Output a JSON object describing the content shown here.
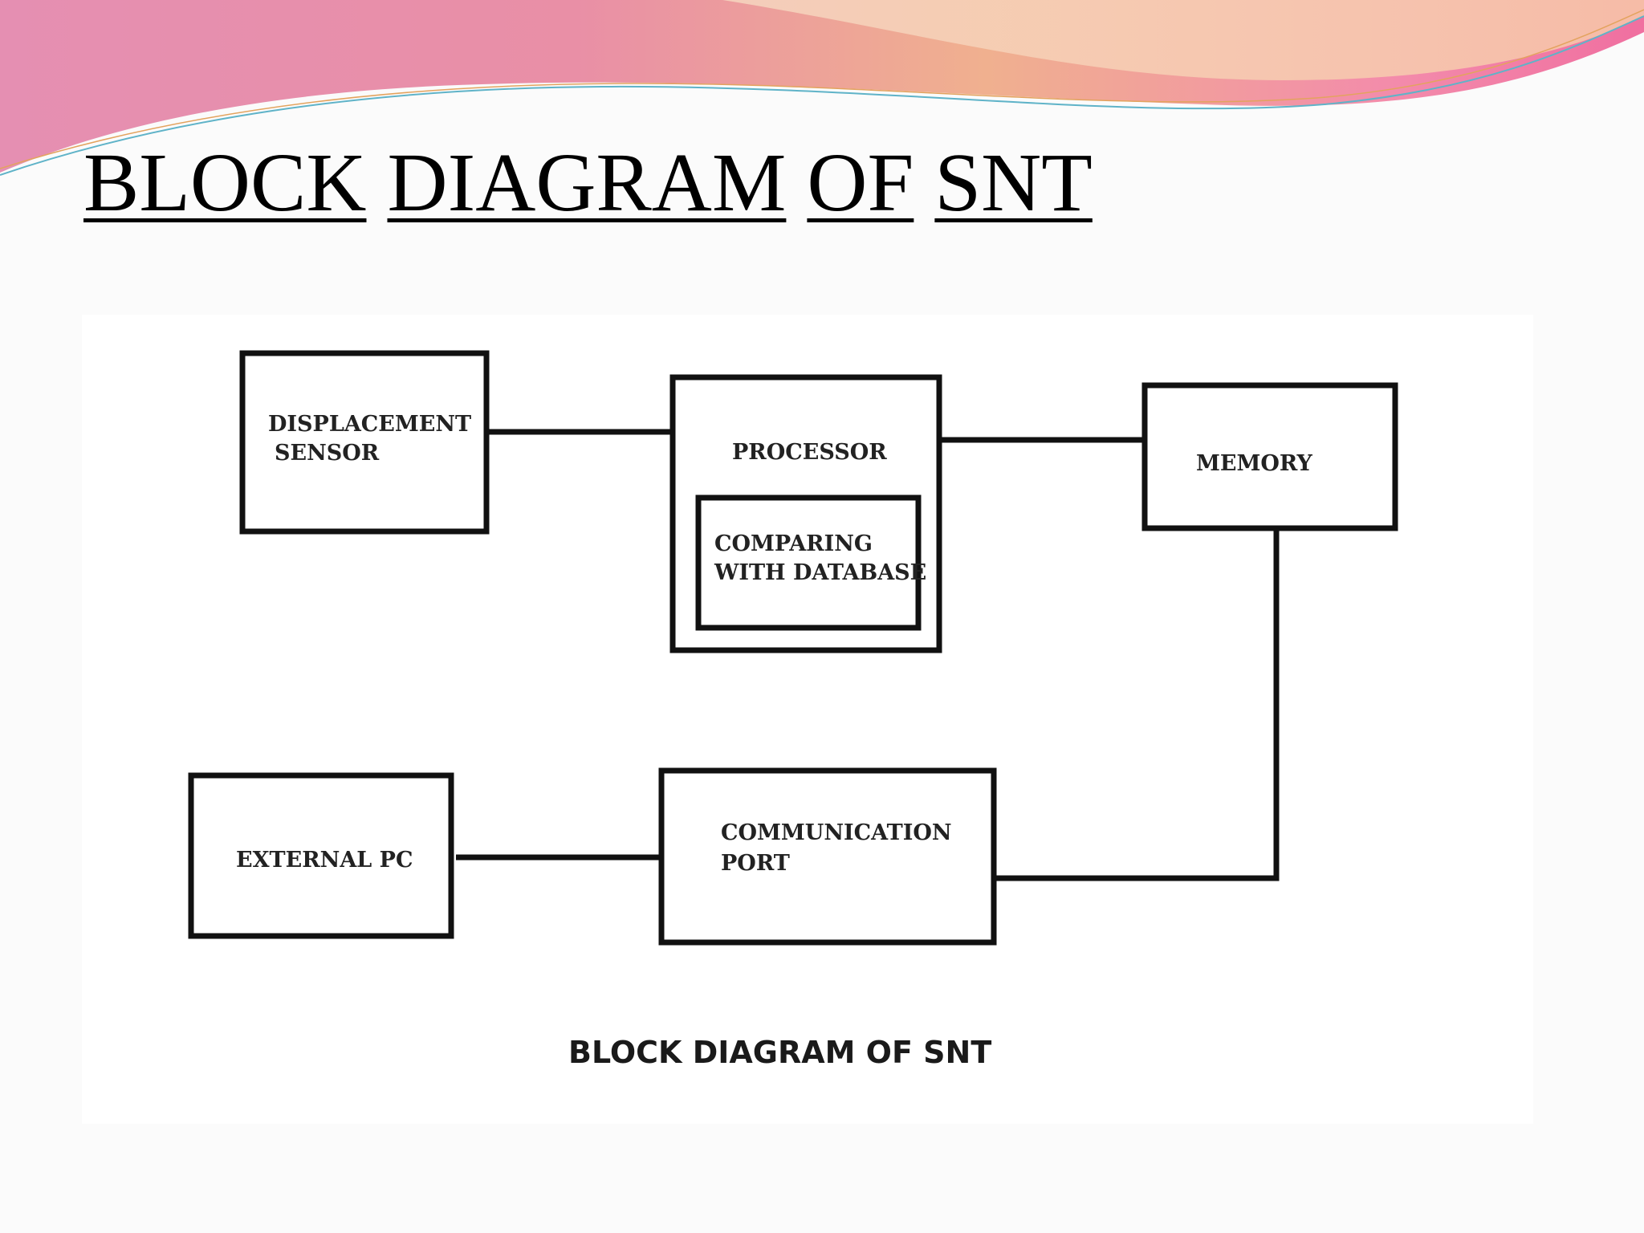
{
  "slide": {
    "title_words": [
      "BLOCK",
      "DIAGRAM",
      "OF",
      "SNT"
    ]
  },
  "diagram": {
    "blocks": {
      "displacement_sensor": [
        "DISPLACEMENT",
        "SENSOR"
      ],
      "processor": [
        "PROCESSOR"
      ],
      "comparing": [
        "COMPARING",
        "WITH DATABASE"
      ],
      "memory": [
        "MEMORY"
      ],
      "external_pc": [
        "EXTERNAL PC"
      ],
      "communication_port": [
        "COMMUNICATION",
        "PORT"
      ]
    },
    "caption": "BLOCK DIAGRAM OF SNT"
  },
  "colors": {
    "header_pink": "#e47fa8",
    "header_peach": "#f2b890",
    "header_line_teal": "#5fb3c8",
    "stroke": "#111111"
  }
}
